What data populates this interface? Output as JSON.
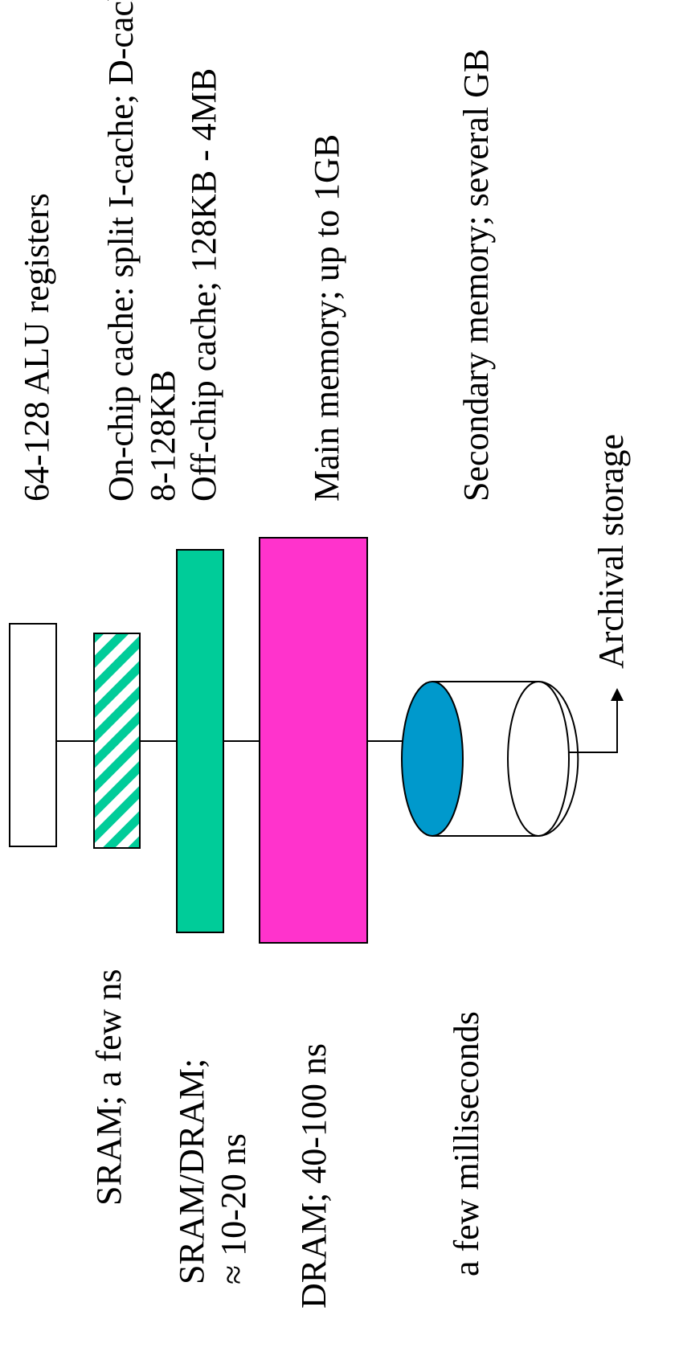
{
  "levels": {
    "registers": "64-128 ALU registers",
    "onchip_line1": "On-chip cache: split I-cache; D-cache",
    "onchip_line2": "8-128KB",
    "offchip": "Off-chip cache; 128KB - 4MB",
    "main_memory": "Main memory; up to 1GB",
    "secondary": "Secondary memory; several GB",
    "archival": "Archival storage"
  },
  "technology": {
    "sram": "SRAM; a few ns",
    "sram_dram_line1": "SRAM/DRAM;",
    "sram_dram_line2": "≈ 10-20 ns",
    "dram": "DRAM; 40-100 ns",
    "disk": "a few milliseconds"
  },
  "colors": {
    "onchip_stripes": "#00cc99",
    "offchip": "#00cc99",
    "main_memory": "#ff33cc",
    "disk_face": "#0099cc",
    "outline": "#000000"
  },
  "icons": {
    "disk": "cylinder-disk-icon",
    "arrow": "arrow-right-icon"
  }
}
